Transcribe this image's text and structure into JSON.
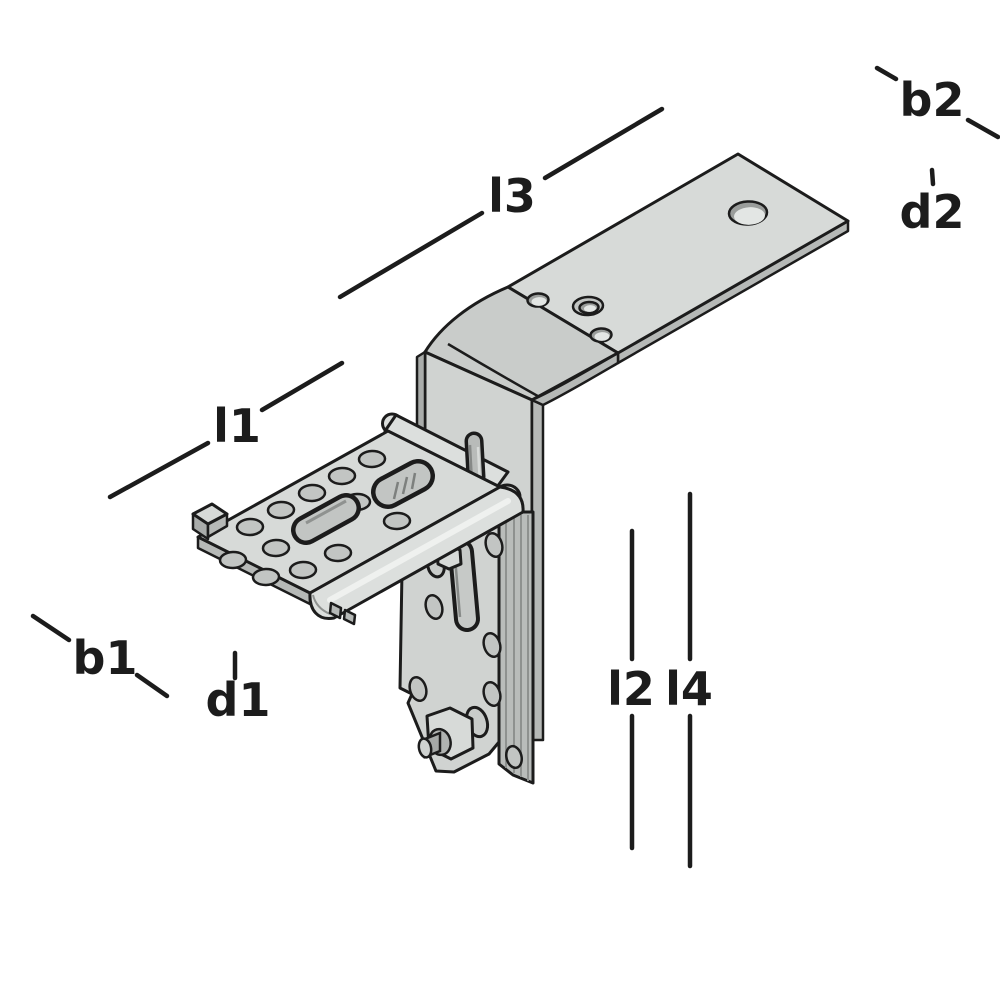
{
  "figure": {
    "type": "isometric technical line drawing",
    "subject": "adjustable roof hook bracket: bent top bar, perforated base plate with rolled edges, slotted adjustment rail with hex bolt",
    "background": "#ffffff",
    "colors": {
      "outline": "#1c1c1c",
      "face_top": "#d7dad8",
      "face_front": "#d0d3d1",
      "face_bend": "#c9ccca",
      "face_edge": "#a9acaa",
      "face_edge2": "#b6b9b7",
      "roll": "#dcdfdd",
      "flange": "#b9bcba",
      "hole": "#c2c5c3",
      "hole_rim": "#9a9d9b",
      "hole_inner": "#e3e6e4",
      "highlight": "#eff1ef"
    },
    "dimension_labels": {
      "l3": "l3",
      "b2": "b2",
      "d2": "d2",
      "l1": "l1",
      "b1": "b1",
      "d1": "d1",
      "l2": "l2",
      "l4": "l4"
    }
  }
}
